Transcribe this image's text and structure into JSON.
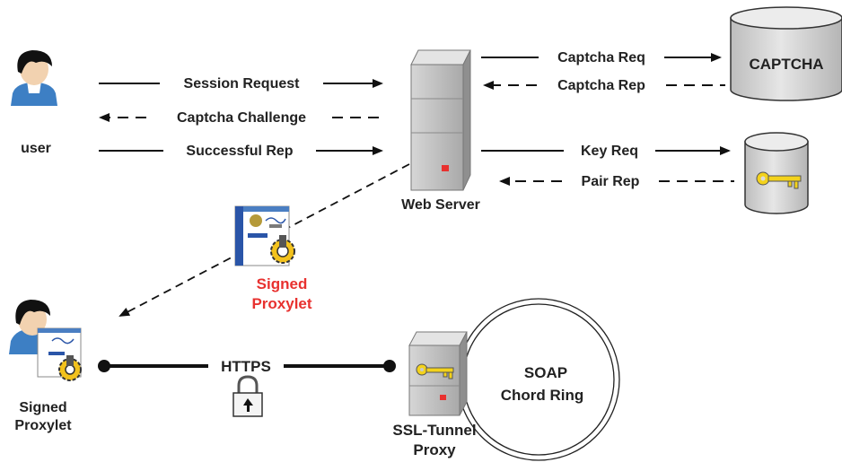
{
  "actors": {
    "user": "user",
    "web_server": "Web Server",
    "captcha_db": "CAPTCHA",
    "signed_proxylet_transfer": [
      "Signed",
      "Proxylet"
    ],
    "signed_proxylet_client": [
      "Signed",
      "Proxylet"
    ],
    "ssl_tunnel_proxy": [
      "SSL-Tunnel",
      "Proxy"
    ],
    "soap_ring": [
      "SOAP",
      "Chord Ring"
    ]
  },
  "messages": {
    "session_request": "Session Request",
    "captcha_challenge": "Captcha Challenge",
    "successful_rep": "Successful Rep",
    "captcha_req": "Captcha Req",
    "captcha_rep": "Captcha Rep",
    "key_req": "Key Req",
    "pair_rep": "Pair Rep",
    "https": "HTTPS"
  },
  "colors": {
    "text": "#222222",
    "highlight": "#e8312f",
    "server_fill": "#c9c9c9",
    "db_fill": "#dcdcdc",
    "key": "#f3d21c",
    "line": "#111111"
  },
  "icons": [
    "user-icon",
    "web-server-icon",
    "captcha-database-icon",
    "key-database-icon",
    "signed-proxylet-icon",
    "gear-icon",
    "lock-icon",
    "key-icon",
    "ssl-tunnel-proxy-icon",
    "soap-chord-ring-icon"
  ]
}
